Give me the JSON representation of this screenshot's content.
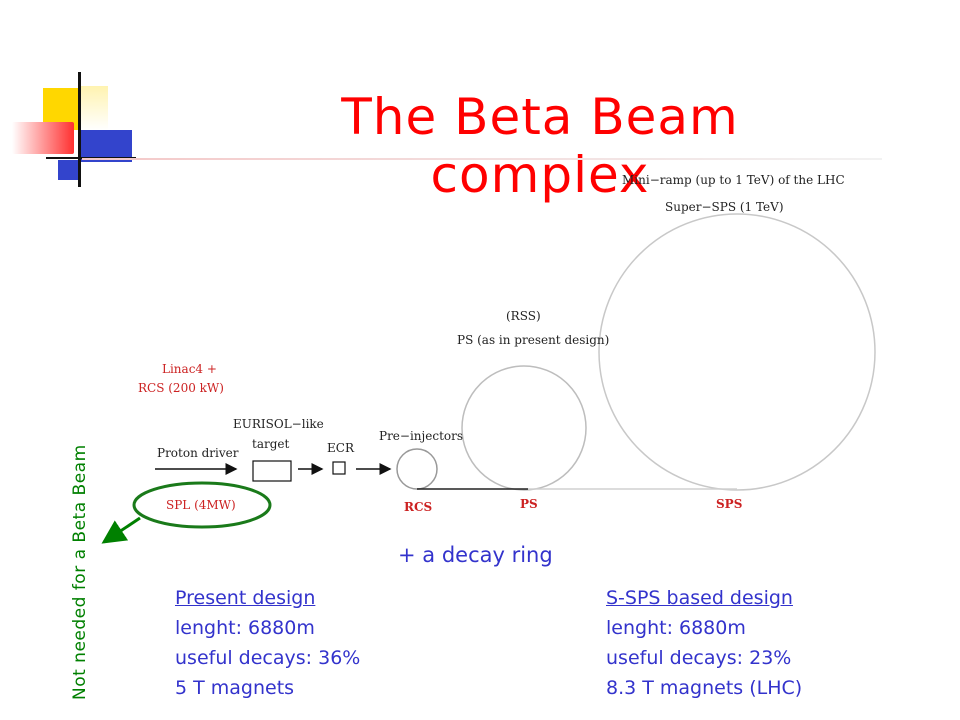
{
  "title": "The Beta Beam complex",
  "side_note": "Not needed for a Beta Beam",
  "decay_note": "+ a decay ring",
  "diagram": {
    "top_labels": [
      "Mini−ramp (up to 1 TeV) of the LHC",
      "Super−SPS (1 TeV)"
    ],
    "rss_labels": [
      "(RSS)",
      "PS (as in present design)"
    ],
    "linac_labels": [
      "Linac4 +",
      "RCS (200 kW)"
    ],
    "eurisol_labels": [
      "EURISOL−like",
      "target"
    ],
    "proton_driver": "Proton driver",
    "ecr": "ECR",
    "pre_injectors": "Pre−injectors",
    "spl": "SPL (4MW)",
    "rcs": "RCS",
    "ps": "PS",
    "sps": "SPS"
  },
  "columns": [
    {
      "heading": "Present design",
      "length": "lenght: 6880m",
      "decays": "useful decays: 36%",
      "magnets": "5 T magnets"
    },
    {
      "heading": "S-SPS based design",
      "length": "lenght: 6880m",
      "decays": "useful decays: 23%",
      "magnets": "8.3 T magnets (LHC)"
    }
  ],
  "colors": {
    "title": "#ff0000",
    "text": "#3333cc",
    "green": "#008000",
    "logo_yellow": "#ffd700",
    "logo_blue": "#3333cc"
  }
}
